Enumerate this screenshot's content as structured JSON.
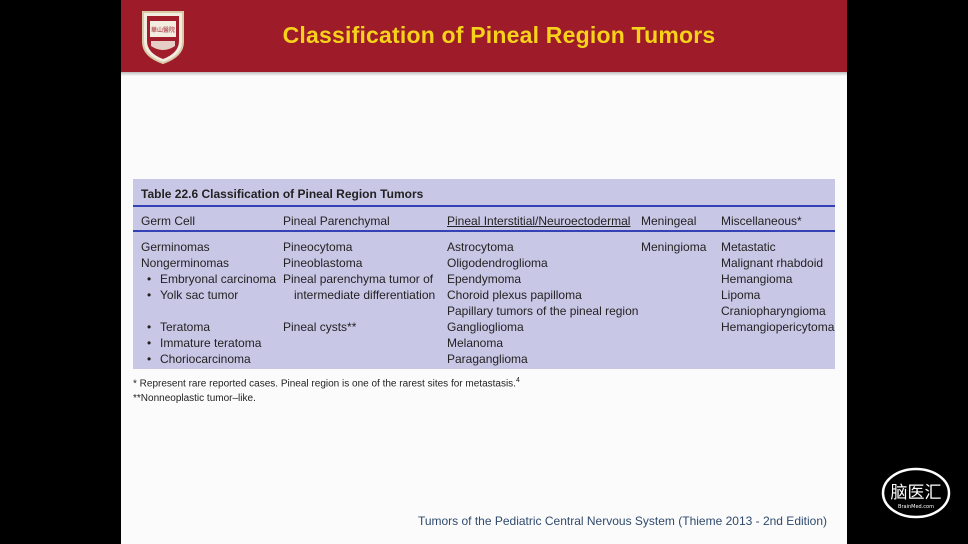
{
  "slide": {
    "title": "Classification of Pineal Region Tumors",
    "source": "Tumors of the Pediatric Central Nervous System (Thieme 2013 - 2nd Edition)"
  },
  "logo": {
    "text": "華山醫院"
  },
  "table": {
    "caption": "Table 22.6   Classification of Pineal Region Tumors",
    "headers": [
      "Germ Cell",
      "Pineal Parenchymal",
      "Pineal Interstitial/Neuroectodermal",
      "Meningeal",
      "Miscellaneous*"
    ],
    "germ_cell": {
      "germinomas": "Germinomas",
      "nongerminomas": "Nongerminomas",
      "bullet": "•",
      "items": [
        "Embryonal carcinoma",
        "Yolk sac tumor",
        "Teratoma",
        "Immature teratoma",
        "Choriocarcinoma"
      ]
    },
    "pineal_parenchymal": [
      "Pineocytoma",
      "Pineoblastoma",
      "Pineal parenchyma tumor of",
      "intermediate differentiation",
      "Pineal cysts**"
    ],
    "interstitial": [
      "Astrocytoma",
      "Oligodendroglioma",
      "Ependymoma",
      "Choroid plexus papilloma",
      "Papillary tumors of the pineal region",
      "Ganglioglioma",
      "Melanoma",
      "Paraganglioma"
    ],
    "meningeal": [
      "Meningioma"
    ],
    "misc": [
      "Metastatic",
      "Malignant rhabdoid",
      "Hemangioma",
      "Lipoma",
      "Craniopharyngioma",
      "Hemangiopericytoma"
    ],
    "footnotes": {
      "f1": "* Represent rare reported cases. Pineal region is one of the rarest sites for metastasis.",
      "f1_ref": "4",
      "f2": "**Nonneoplastic tumor–like."
    }
  },
  "watermark": {
    "text": "脑医汇",
    "subtext": "BrainMed.com"
  },
  "colors": {
    "title_bar": "#9e1b2a",
    "title_text": "#f6d21a",
    "table_bg": "#c9c7e6",
    "table_rule": "#3442b6",
    "source_text": "#2f4a6e"
  }
}
